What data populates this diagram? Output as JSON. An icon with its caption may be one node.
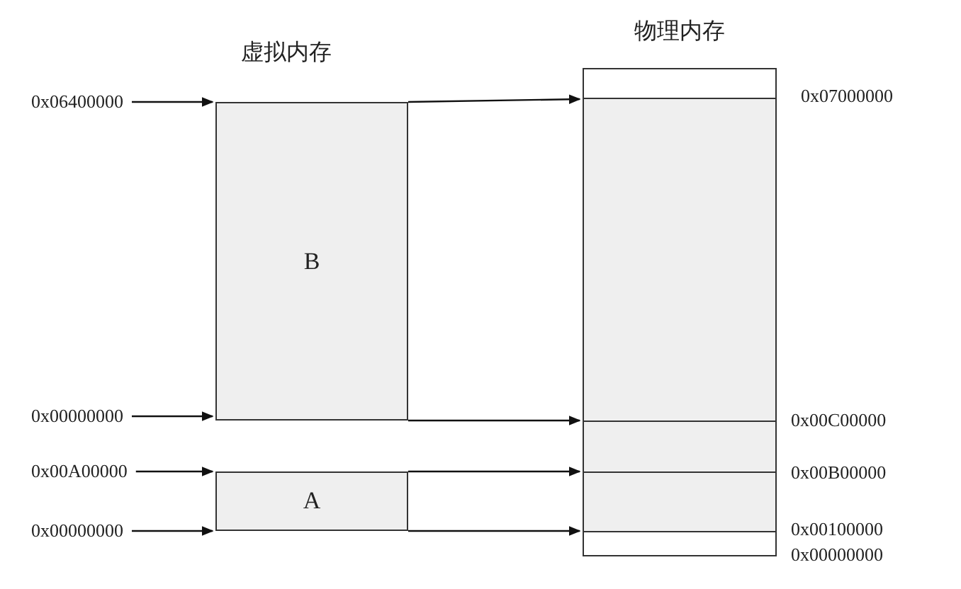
{
  "diagram": {
    "nodes": [
      {
        "text": [
          "B"
        ]
      },
      {
        "text": [
          "A"
        ]
      },
      {
        "text": [
          "物理内存"
        ]
      },
      {
        "text": [],
        "shape": "box",
        "in": 2
      },
      {
        "text": [],
        "shape": "box",
        "in": 2
      },
      {
        "text": [],
        "shape": "box",
        "in": 2
      },
      {
        "text": [],
        "shape": "box",
        "in": 2
      },
      {
        "text": [],
        "shape": "box",
        "in": 2
      },
      {
        "text": [
          "0x06400000"
        ]
      },
      {
        "text": [
          "0x00000000"
        ]
      },
      {
        "text": [
          "0x00A00000"
        ]
      },
      {
        "text": [
          "0x00000000"
        ]
      }
    ],
    "edges": [
      {
        "from": 8,
        "to": 0,
        "arrow": "to"
      },
      {
        "from": 9,
        "to": 0,
        "arrow": "to"
      },
      {
        "from": 10,
        "to": 1,
        "arrow": "to"
      },
      {
        "from": 11,
        "to": 1,
        "arrow": "to"
      },
      {
        "from": 0,
        "to": 4,
        "arrow": "to"
      },
      {
        "from": 0,
        "to": 4,
        "arrow": "to"
      },
      {
        "from": 1,
        "to": 6,
        "arrow": "to"
      },
      {
        "from": 1,
        "to": 6,
        "arrow": "to"
      }
    ],
    "labels": [
      "虚拟内存",
      "0x07000000",
      "0x00C00000",
      "0x00B00000",
      "0x00100000",
      "0x00000000"
    ]
  }
}
